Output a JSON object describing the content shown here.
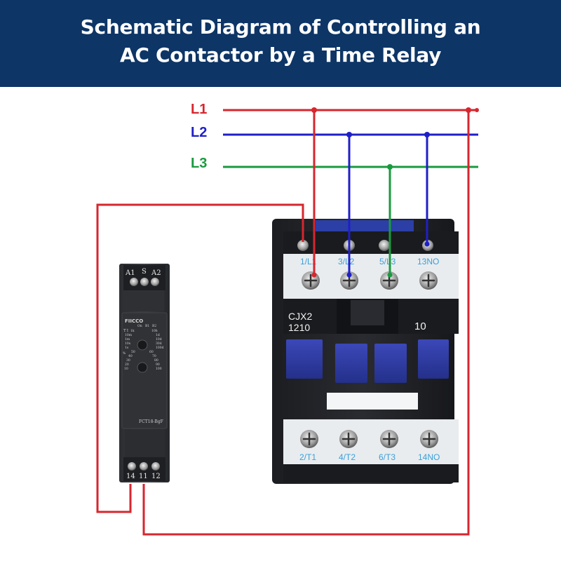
{
  "header": {
    "title_line1": "Schematic Diagram of Controlling an",
    "title_line2": "AC Contactor by a Time Relay",
    "bg_color": "#0d3566"
  },
  "phases": [
    {
      "label": "L1",
      "color": "#d7262e"
    },
    {
      "label": "L2",
      "color": "#1f1fc8"
    },
    {
      "label": "L3",
      "color": "#1a9a3f"
    }
  ],
  "relay": {
    "brand": "FIICCO",
    "model": "FCT18-BgF",
    "top_terminals": [
      "A1",
      "S",
      "A2"
    ],
    "bottom_terminals": [
      "14",
      "11",
      "12"
    ],
    "mode_labels": [
      "T↕",
      "On",
      "B1",
      "B2"
    ],
    "time_left": [
      "1k",
      "10m",
      "1m",
      "10s",
      "1s"
    ],
    "time_right": [
      "10h",
      "1d",
      "10d",
      "30d",
      "100d"
    ],
    "pct_left": [
      "%",
      "50",
      "40",
      "30",
      "20",
      "10"
    ],
    "pct_right": [
      "60",
      "70",
      "80",
      "90",
      "100"
    ]
  },
  "contactor": {
    "model_line1": "CJX2",
    "model_line2": "1210",
    "variant": "10",
    "top_terminals": [
      "1/L1",
      "3/L2",
      "5/L3",
      "13NO"
    ],
    "bottom_terminals": [
      "2/T1",
      "4/T2",
      "6/T3",
      "14NO"
    ]
  }
}
